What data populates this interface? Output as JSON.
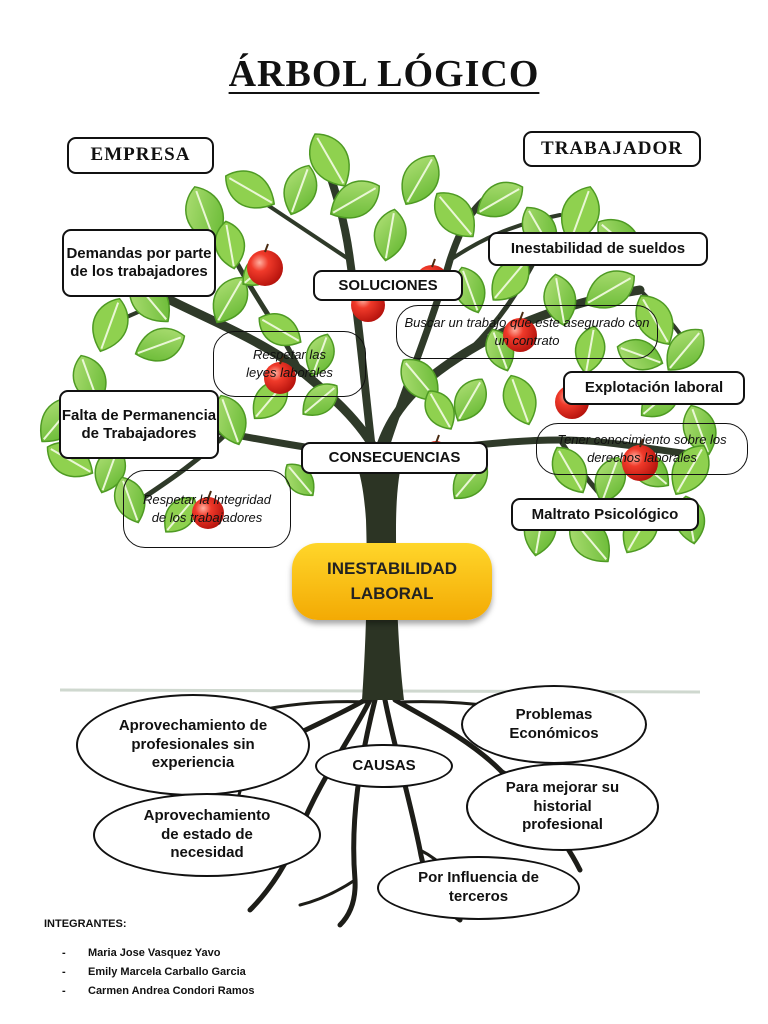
{
  "title": "ÁRBOL LÓGICO",
  "headers": {
    "left": "EMPRESA",
    "right": "TRABAJADOR"
  },
  "labels": {
    "solutions": "SOLUCIONES",
    "consequences": "CONSECUENCIAS",
    "causes": "CAUSAS"
  },
  "core_problem": {
    "line1": "INESTABILIDAD",
    "line2": "LABORAL"
  },
  "empresa_consequences": [
    "Demandas por parte de los trabajadores",
    "Falta de Permanencia de Trabajadores"
  ],
  "trabajador_consequences": [
    "Inestabilidad de sueldos",
    "Explotación laboral",
    "Maltrato Psicológico"
  ],
  "solutions": [
    "Buscar un trabajo que este asegurado con un contrato",
    "Respetar las leyes laborales",
    "Tener conocimiento sobre los derechos laborales",
    "Respetar la Integridad de los trabajadores"
  ],
  "causes": [
    "Aprovechamiento de profesionales sin experiencia",
    "Problemas Económicos",
    "Para mejorar su historial profesional",
    "Aprovechamiento de estado de necesidad",
    "Por Influencia de terceros"
  ],
  "team": {
    "heading": "INTEGRANTES:",
    "bullet": "-",
    "members": [
      "Maria Jose Vasquez Yavo",
      "Emily Marcela Carballo Garcia",
      "Carmen Andrea Condori Ramos"
    ]
  },
  "colors": {
    "leaf": "#74c23a",
    "leaf_light": "#a7dc6c",
    "trunk": "#2e3626",
    "apple": "#e2241b",
    "core_fill": "#f7b90c"
  }
}
